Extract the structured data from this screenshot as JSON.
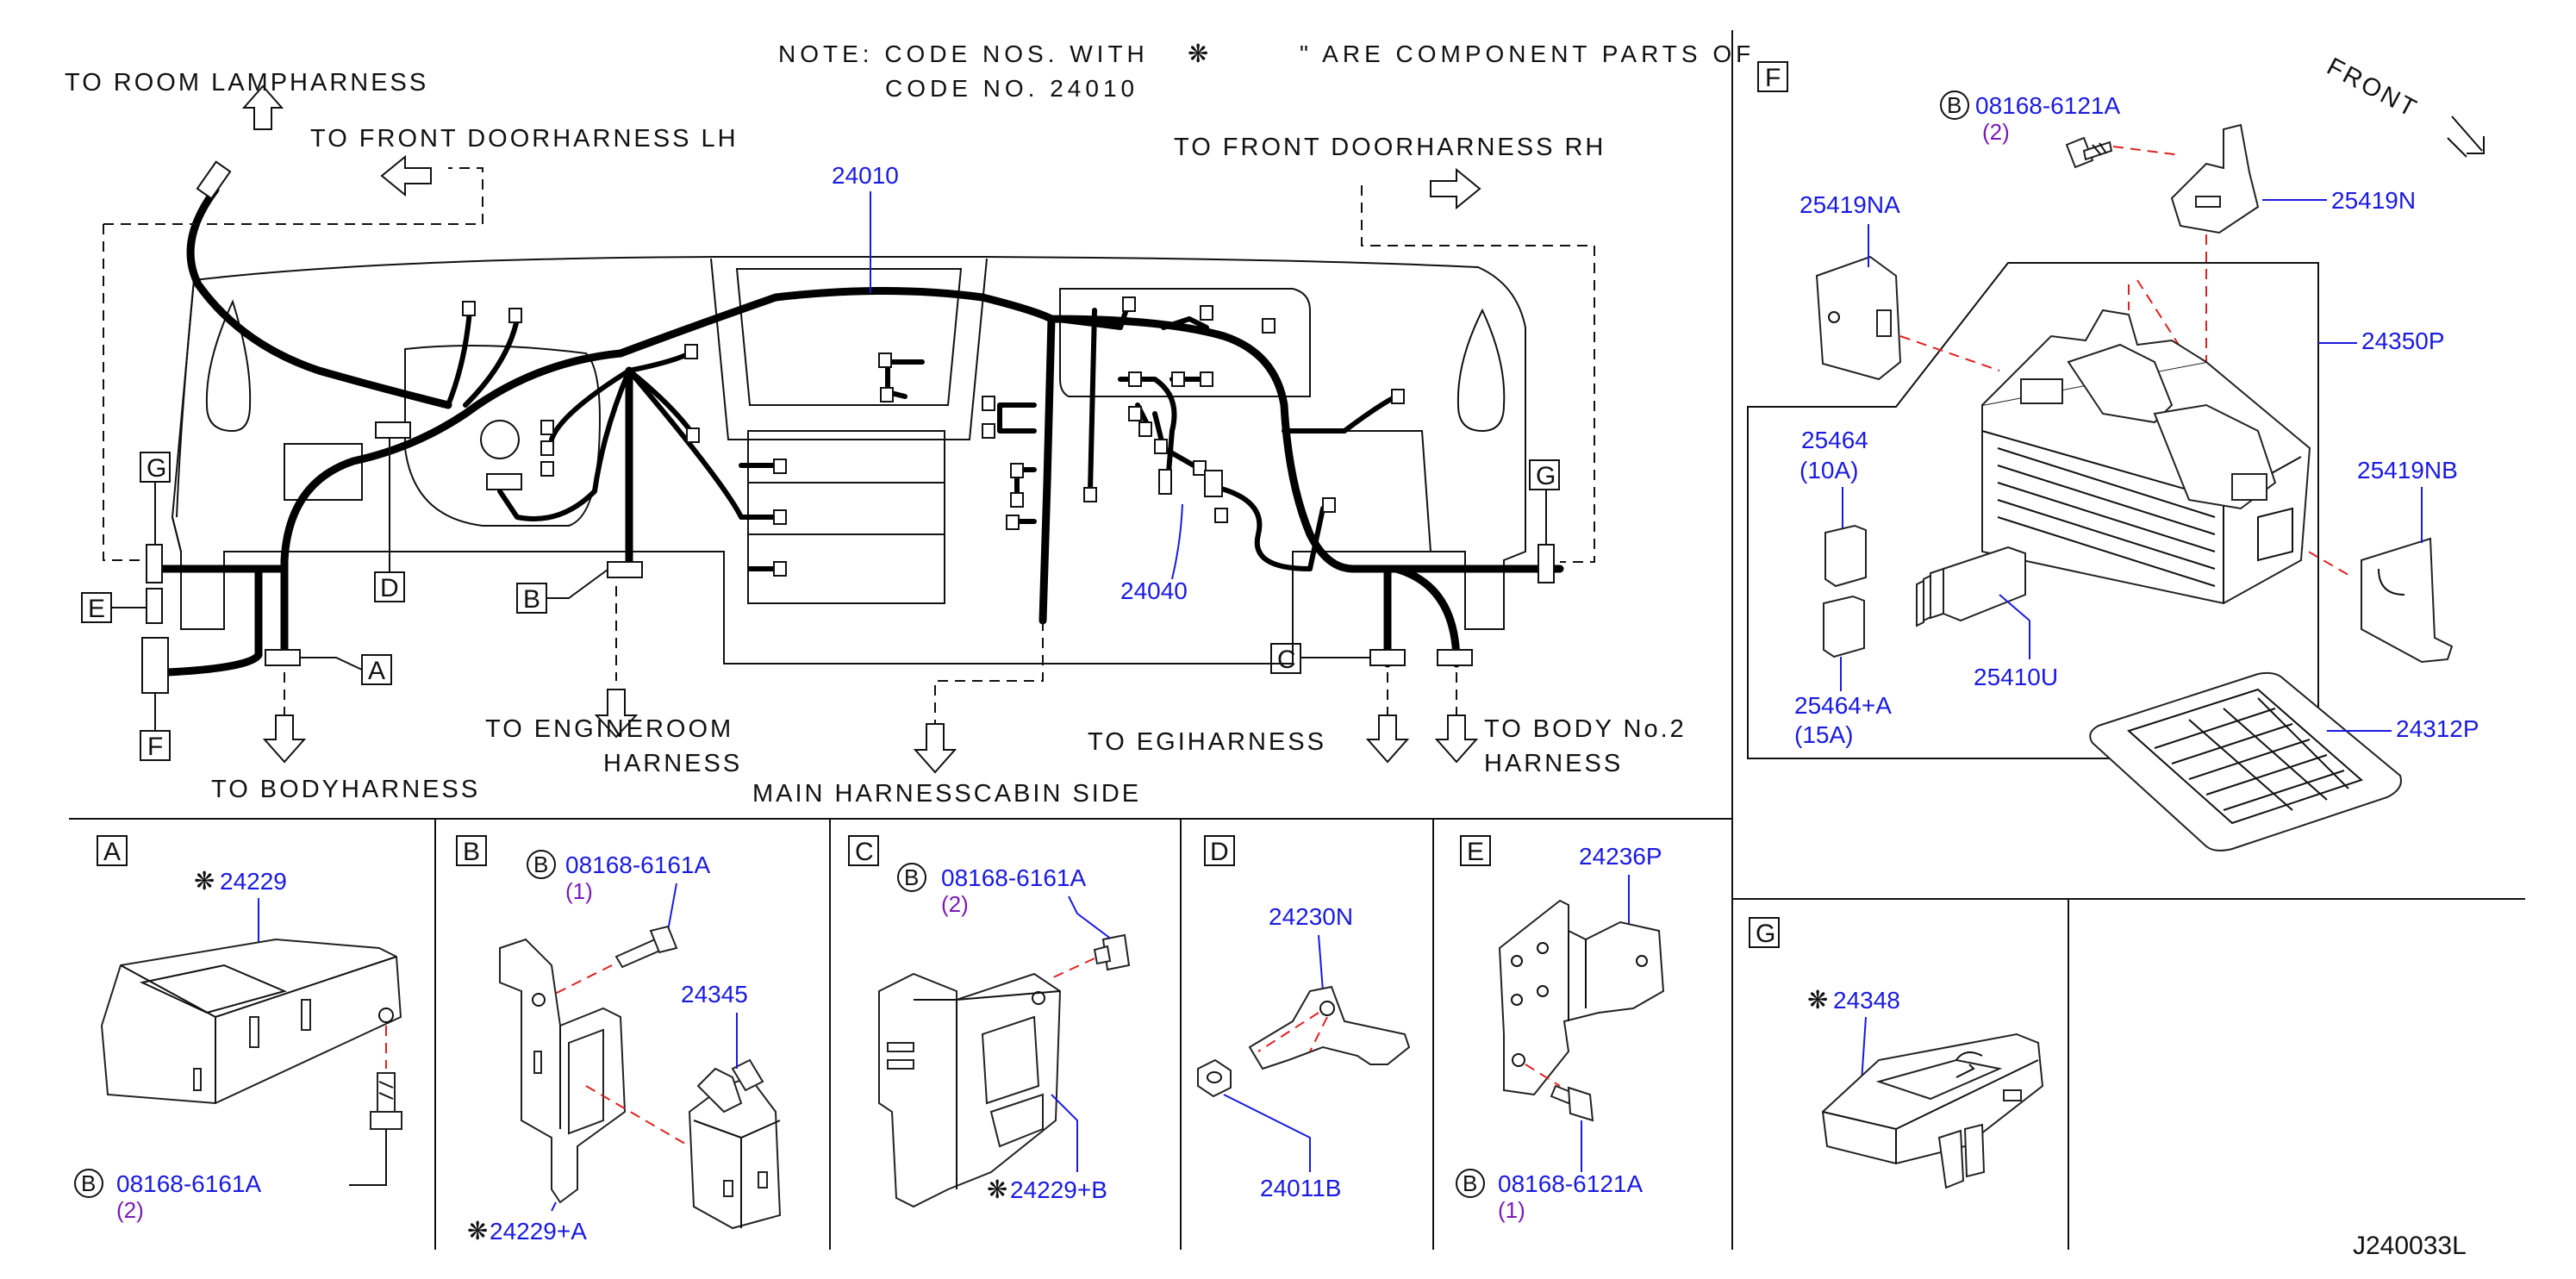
{
  "note": {
    "line1": "NOTE:  CODE  NOS.  WITH",
    "mark": "❋",
    "line1b": "\"  ARE  COMPONENT  PARTS  OF",
    "line2": "CODE  NO.  24010"
  },
  "destinations": {
    "room_lamp": "TO  ROOM  LAMPHARNESS",
    "front_door_lh": "TO  FRONT  DOORHARNESS  LH",
    "front_door_rh": "TO  FRONT  DOORHARNESS  RH",
    "engineroom_1": "TO  ENGINEROOM",
    "engineroom_2": "HARNESS",
    "body": "TO  BODYHARNESS",
    "main_cabin": "MAIN  HARNESSCABIN  SIDE",
    "egi": "TO  EGIHARNESS",
    "body_no2_1": "TO  BODY  No.2",
    "body_no2_2": "HARNESS"
  },
  "main": {
    "harness_code": "24010",
    "sub_harness_code": "24040",
    "refs": {
      "a": "A",
      "b": "B",
      "c": "C",
      "d": "D",
      "e": "E",
      "f": "F",
      "g": "G",
      "g2": "G"
    }
  },
  "panel_f": {
    "label": "F",
    "front": "FRONT",
    "bolt": {
      "code": "08168-6121A",
      "qty": "(2)",
      "mark": "B"
    },
    "parts": {
      "p25419na": "25419NA",
      "p25419n": "25419N",
      "p24350p": "24350P",
      "p25464": "25464",
      "p25464_amp": "(10A)",
      "p25419nb": "25419NB",
      "p25410u": "25410U",
      "p25464a": "25464+A",
      "p25464a_amp": "(15A)",
      "p24312p": "24312P"
    }
  },
  "panel_a": {
    "label": "A",
    "part": "24229",
    "mark": "❋",
    "bolt": {
      "mark": "B",
      "code": "08168-6161A",
      "qty": "(2)"
    }
  },
  "panel_b": {
    "label": "B",
    "bolt": {
      "mark": "B",
      "code": "08168-6161A",
      "qty": "(1)"
    },
    "part1": "24345",
    "part2": "24229+A",
    "mark": "❋"
  },
  "panel_c": {
    "label": "C",
    "bolt": {
      "mark": "B",
      "code": "08168-6161A",
      "qty": "(2)"
    },
    "part": "24229+B",
    "mark": "❋"
  },
  "panel_d": {
    "label": "D",
    "part1": "24230N",
    "part2": "24011B"
  },
  "panel_e": {
    "label": "E",
    "part": "24236P",
    "bolt": {
      "mark": "B",
      "code": "08168-6121A",
      "qty": "(1)"
    }
  },
  "panel_g": {
    "label": "G",
    "part": "24348",
    "mark": "❋"
  },
  "diagram_id": "J240033L"
}
